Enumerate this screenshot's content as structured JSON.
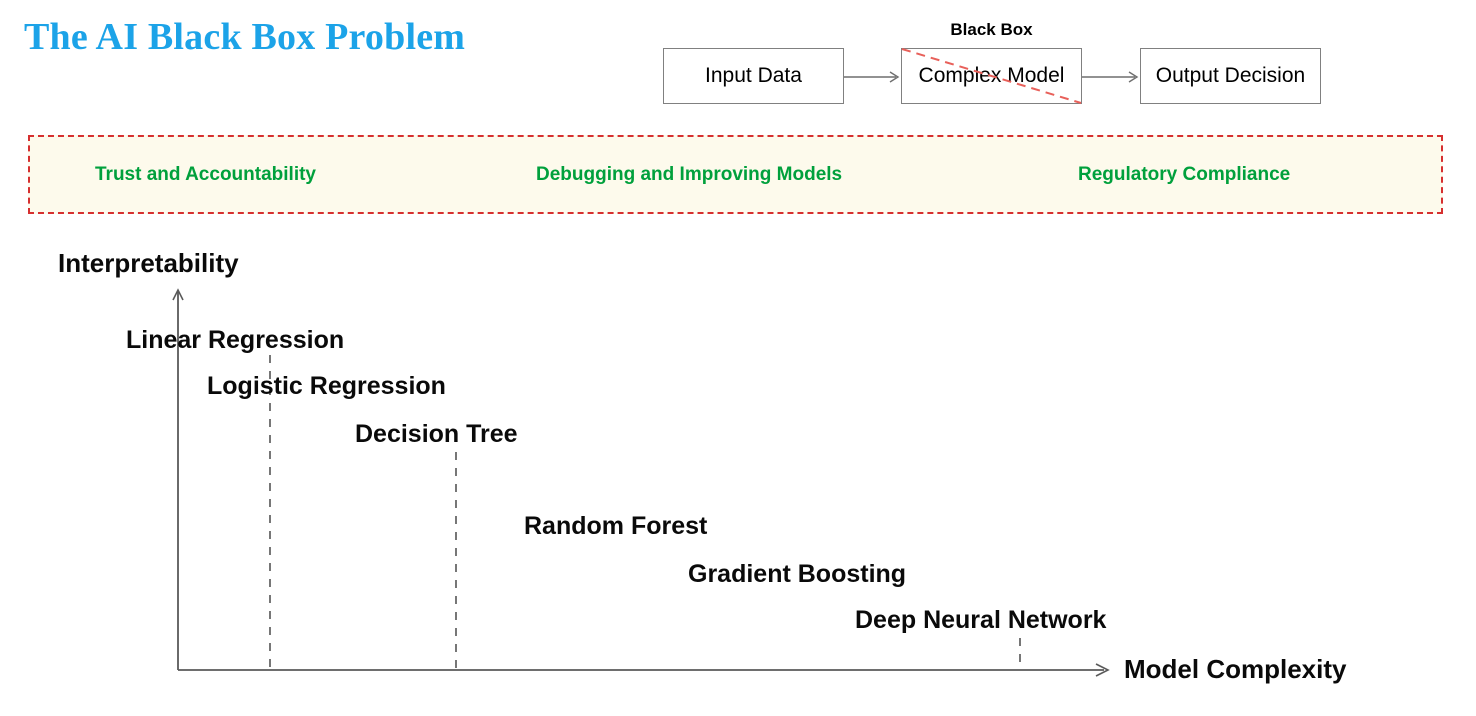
{
  "title": "The AI Black Box Problem",
  "theme": {
    "title_color": "#1CA3E8",
    "benefit_text_color": "#00A03C",
    "banner_bg": "#FDFAEC",
    "banner_border": "#D62F2F",
    "blackbox_slash_color": "#E8605A",
    "box_border": "#808080",
    "axis_color": "#5A5A5A",
    "label_color": "#0A0A0A"
  },
  "flow": {
    "blackbox_label": "Black Box",
    "boxes": [
      {
        "label": "Input Data"
      },
      {
        "label": "Complex Model"
      },
      {
        "label": "Output Decision"
      }
    ]
  },
  "benefits": [
    {
      "label": "Trust and Accountability"
    },
    {
      "label": "Debugging and Improving Models"
    },
    {
      "label": "Regulatory Compliance"
    }
  ],
  "chart_data": {
    "type": "scatter",
    "title": "",
    "xlabel": "Model Complexity",
    "ylabel": "Interpretability",
    "grid": true,
    "legend": "none",
    "xlim": [
      0,
      10
    ],
    "ylim": [
      0,
      10
    ],
    "annotation_note": "Labels placed along a descending interpretability-vs-complexity trend; no numeric tick labels are shown on either axis.",
    "categories": [
      "Linear Regression",
      "Logistic Regression",
      "Decision Tree",
      "Random Forest",
      "Gradient Boosting",
      "Deep Neural Network"
    ],
    "points": [
      {
        "label": "Linear Regression",
        "complexity": 0.6,
        "interpretability": 9.2
      },
      {
        "label": "Logistic Regression",
        "complexity": 1.4,
        "interpretability": 8.1
      },
      {
        "label": "Decision Tree",
        "complexity": 2.8,
        "interpretability": 7.0
      },
      {
        "label": "Random Forest",
        "complexity": 5.0,
        "interpretability": 4.6
      },
      {
        "label": "Gradient Boosting",
        "complexity": 6.4,
        "interpretability": 3.5
      },
      {
        "label": "Deep Neural Network",
        "complexity": 8.1,
        "interpretability": 2.4
      }
    ],
    "gridlines_x": [
      1.4,
      2.8,
      8.1
    ]
  }
}
